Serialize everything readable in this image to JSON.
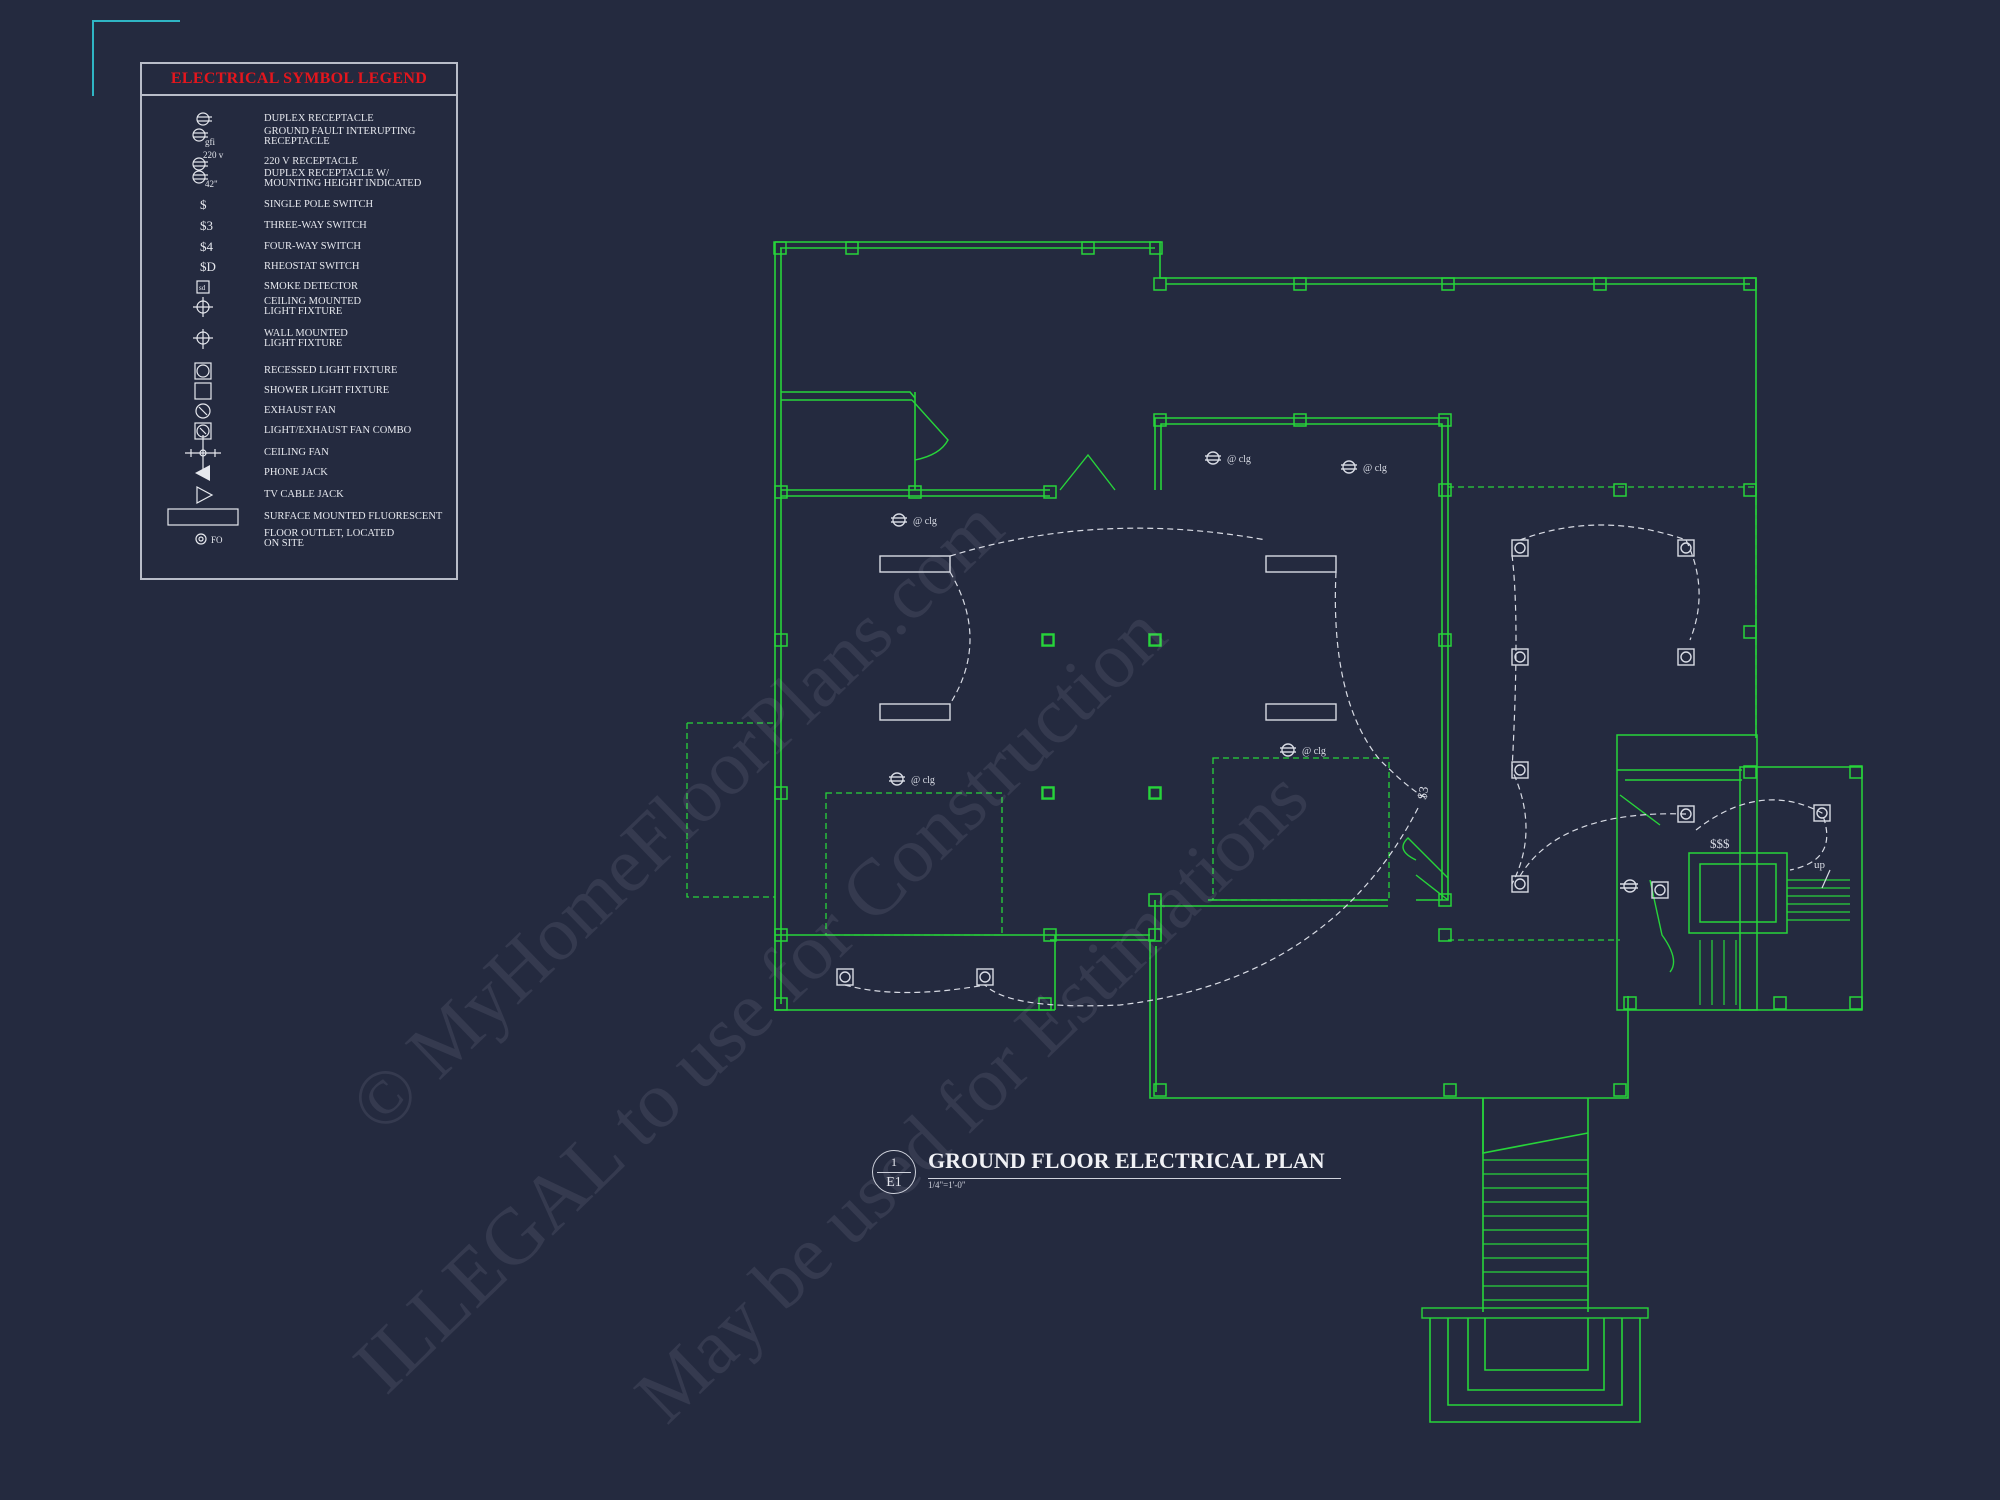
{
  "legend": {
    "title": "ELECTRICAL SYMBOL LEGEND",
    "items": [
      {
        "label": "DUPLEX RECEPTACLE",
        "icon": "duplex-receptacle-icon"
      },
      {
        "label": "GROUND FAULT INTERUPTING\nRECEPTACLE",
        "icon": "gfi-receptacle-icon",
        "sym_text": "gfi"
      },
      {
        "label": "220 V RECEPTACLE",
        "icon": "220v-receptacle-icon",
        "sym_text": "220 v"
      },
      {
        "label": "DUPLEX RECEPTACLE W/\nMOUNTING HEIGHT INDICATED",
        "icon": "mounting-height-receptacle-icon",
        "sym_text": "42\""
      },
      {
        "label": "SINGLE POLE SWITCH",
        "icon": "single-pole-switch-icon",
        "sym_text": "$"
      },
      {
        "label": "THREE-WAY SWITCH",
        "icon": "three-way-switch-icon",
        "sym_text": "$3"
      },
      {
        "label": "FOUR-WAY SWITCH",
        "icon": "four-way-switch-icon",
        "sym_text": "$4"
      },
      {
        "label": "RHEOSTAT SWITCH",
        "icon": "rheostat-switch-icon",
        "sym_text": "$D"
      },
      {
        "label": "SMOKE DETECTOR",
        "icon": "smoke-detector-icon",
        "sym_text": "sd"
      },
      {
        "label": "CEILING MOUNTED\nLIGHT FIXTURE",
        "icon": "ceiling-light-icon"
      },
      {
        "label": "WALL MOUNTED\nLIGHT FIXTURE",
        "icon": "wall-light-icon"
      },
      {
        "label": "RECESSED LIGHT FIXTURE",
        "icon": "recessed-light-icon"
      },
      {
        "label": "SHOWER LIGHT FIXTURE",
        "icon": "shower-light-icon"
      },
      {
        "label": "EXHAUST FAN",
        "icon": "exhaust-fan-icon"
      },
      {
        "label": "LIGHT/EXHAUST FAN COMBO",
        "icon": "light-exhaust-fan-icon"
      },
      {
        "label": "CEILING FAN",
        "icon": "ceiling-fan-icon"
      },
      {
        "label": "PHONE JACK",
        "icon": "phone-jack-icon"
      },
      {
        "label": "TV CABLE JACK",
        "icon": "tv-cable-jack-icon"
      },
      {
        "label": "SURFACE MOUNTED FLUORESCENT",
        "icon": "fluorescent-fixture-icon"
      },
      {
        "label": "FLOOR OUTLET, LOCATED\nON SITE",
        "icon": "floor-outlet-icon",
        "sym_text": "FO"
      }
    ]
  },
  "plan": {
    "receptacle_note": "@ clg",
    "switch_cluster": "$$$",
    "stair_label": "up",
    "switch_label": "$3",
    "wall_color": "#27d43a",
    "wiring_color": "#d8dbe4"
  },
  "title_block": {
    "detail_number": "1",
    "sheet": "E1",
    "title": "GROUND FLOOR ELECTRICAL PLAN",
    "scale": "1/4\"=1'-0\""
  },
  "watermark": {
    "line1": "© MyHomeFloorPlans.com",
    "line2": "ILLEGAL to use for Construction",
    "line3": "May be used for Estimations"
  },
  "colors": {
    "background": "#242a3f",
    "legend_title": "#e4161d",
    "accent": "#2fb5c4"
  }
}
